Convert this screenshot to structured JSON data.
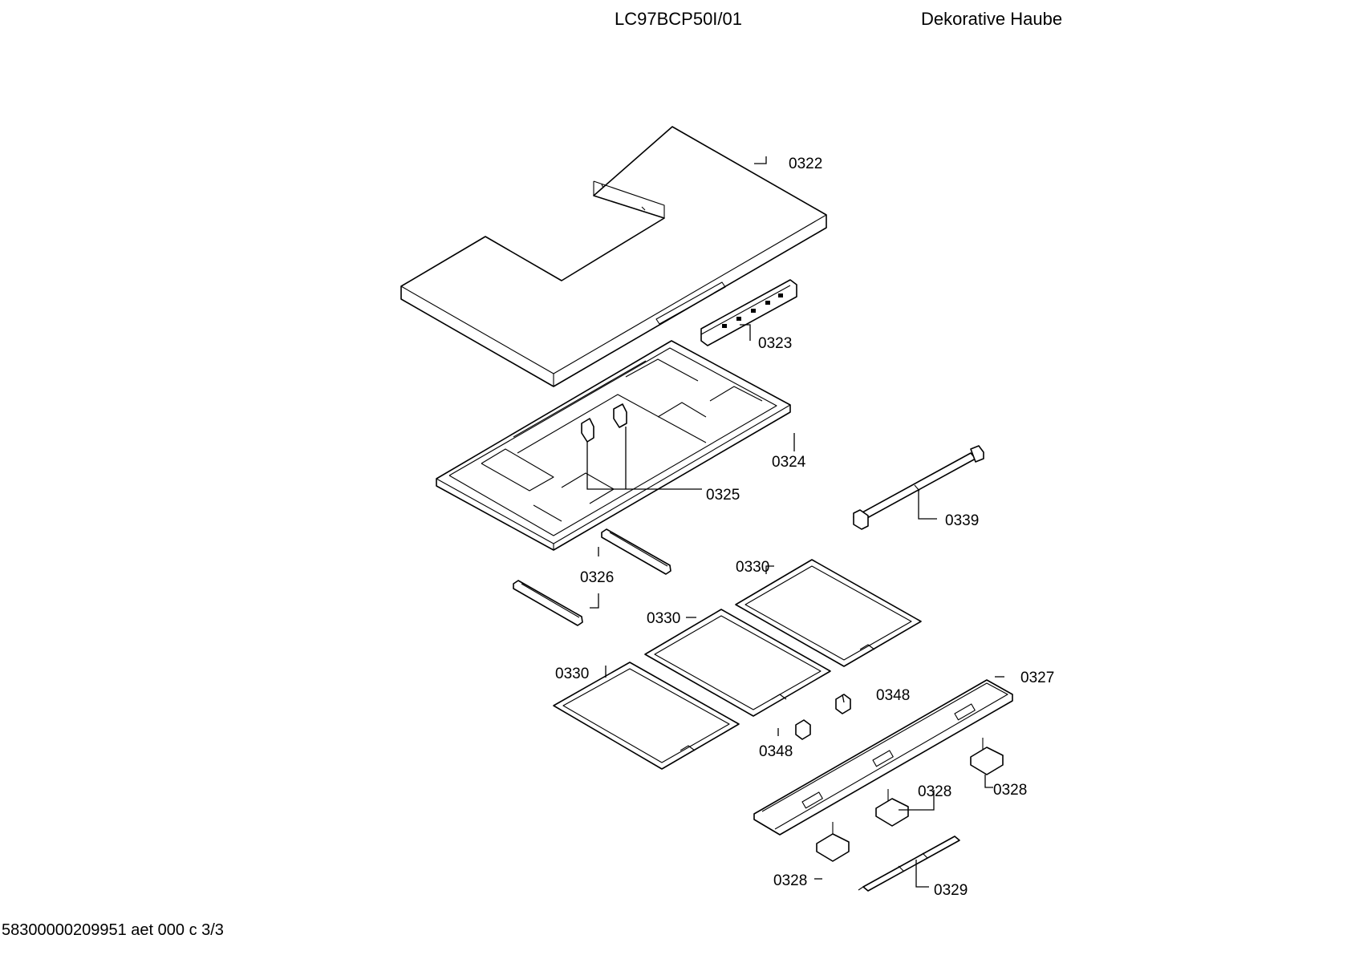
{
  "header": {
    "model": "LC97BCP50I/01",
    "title": "Dekorative Haube"
  },
  "footer": {
    "doc_ref": "58300000209951 aet 000 c 3/3"
  },
  "callouts": {
    "c0322": "0322",
    "c0323": "0323",
    "c0324": "0324",
    "c0325": "0325",
    "c0326": "0326",
    "c0327": "0327",
    "c0328": "0328",
    "c0329": "0329",
    "c0330": "0330",
    "c0339": "0339",
    "c0348": "0348"
  }
}
